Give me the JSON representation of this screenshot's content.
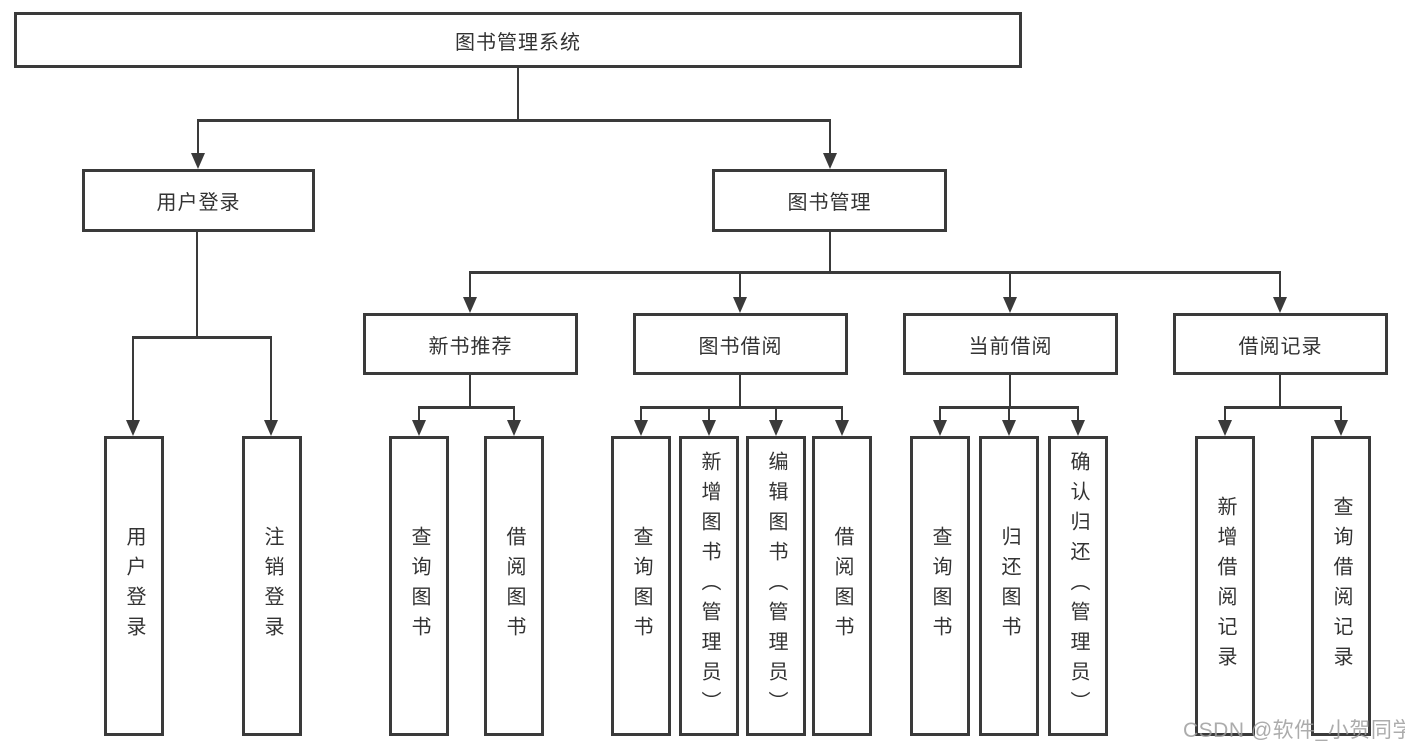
{
  "tree": {
    "root": "图书管理系统",
    "branches": [
      {
        "label": "用户登录",
        "children": [
          "用户登录",
          "注销登录"
        ]
      },
      {
        "label": "图书管理",
        "groups": [
          {
            "label": "新书推荐",
            "children": [
              "查询图书",
              "借阅图书"
            ]
          },
          {
            "label": "图书借阅",
            "children": [
              "查询图书",
              "新增图书（管理员）",
              "编辑图书（管理员）",
              "借阅图书"
            ]
          },
          {
            "label": "当前借阅",
            "children": [
              "查询图书",
              "归还图书",
              "确认归还（管理员）"
            ]
          },
          {
            "label": "借阅记录",
            "children": [
              "新增借阅记录",
              "查询借阅记录"
            ]
          }
        ]
      }
    ]
  },
  "colors": {
    "line": "#3a3a3a",
    "text": "#333333",
    "background": "#ffffff"
  },
  "watermark": {
    "text": "CSDN @软件_小贺同学"
  }
}
